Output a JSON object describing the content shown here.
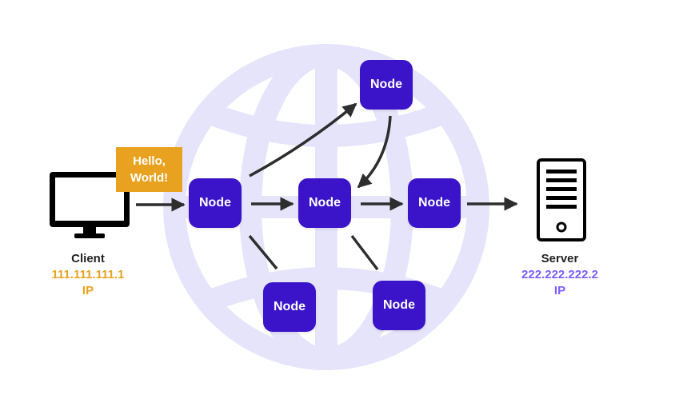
{
  "colors": {
    "node_fill": "#3B14C9",
    "node_text": "#FFFFFF",
    "message_fill": "#E8A21F",
    "client_ip": "#E8A21F",
    "server_ip": "#7C5CFF",
    "globe": "#E6E4FA",
    "arrow": "#2E2E2E"
  },
  "message": {
    "line1": "Hello,",
    "line2": "World!"
  },
  "client": {
    "icon": "monitor-icon",
    "label": "Client",
    "ip_address": "111.111.111.1",
    "ip_label": "IP"
  },
  "server": {
    "icon": "server-icon",
    "label": "Server",
    "ip_address": "222.222.222.2",
    "ip_label": "IP"
  },
  "nodes": [
    {
      "id": "n1",
      "label": "Node"
    },
    {
      "id": "n2",
      "label": "Node"
    },
    {
      "id": "n3",
      "label": "Node"
    },
    {
      "id": "n4",
      "label": "Node"
    },
    {
      "id": "n5",
      "label": "Node"
    },
    {
      "id": "n6",
      "label": "Node"
    }
  ],
  "edges": [
    {
      "from": "client",
      "to": "n2",
      "arrow": true
    },
    {
      "from": "n2",
      "to": "n1",
      "arrow": true,
      "curved": true
    },
    {
      "from": "n1",
      "to": "n3",
      "arrow": true,
      "curved": true
    },
    {
      "from": "n2",
      "to": "n3",
      "arrow": true
    },
    {
      "from": "n3",
      "to": "n4",
      "arrow": true
    },
    {
      "from": "n4",
      "to": "server",
      "arrow": true
    },
    {
      "from": "n2",
      "to": "n5",
      "arrow": false
    },
    {
      "from": "n3",
      "to": "n6",
      "arrow": false
    }
  ],
  "background_icon": "globe-icon"
}
